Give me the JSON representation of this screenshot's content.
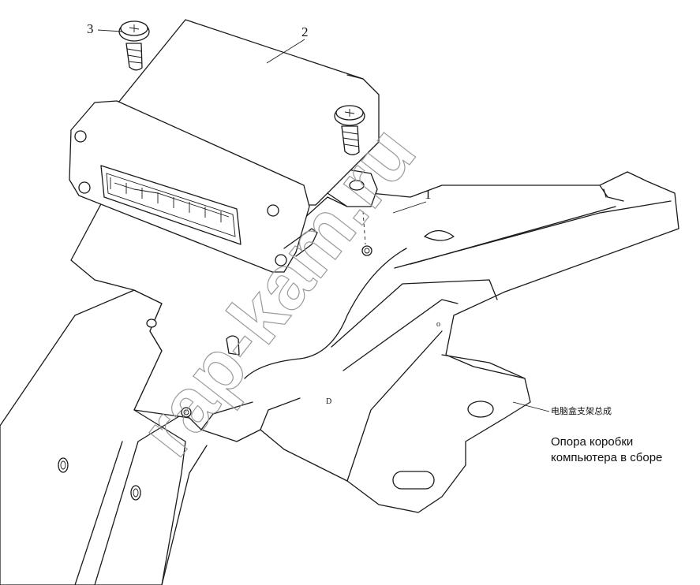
{
  "callouts": [
    {
      "id": "1",
      "label": "1"
    },
    {
      "id": "2",
      "label": "2"
    },
    {
      "id": "3",
      "label": "3"
    }
  ],
  "part_label": {
    "chinese": "电脑盒支架总成",
    "russian_lines": [
      "Опора коробки",
      "компьютера в сборе"
    ]
  },
  "watermark": "rap-kam.ru",
  "mold_marks": [
    "o",
    "D"
  ]
}
